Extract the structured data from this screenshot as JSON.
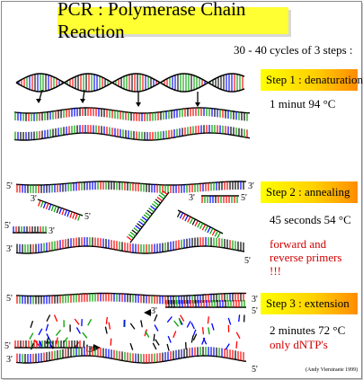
{
  "title": "PCR : Polymerase Chain Reaction",
  "cycles_note": "30 - 40 cycles of 3 steps :",
  "steps": [
    {
      "label": "Step 1 : denaturation",
      "condition": "1 minut 94 °C",
      "note": ""
    },
    {
      "label": "Step 2 : annealing",
      "condition": "45 seconds 54 °C",
      "note": "forward and reverse primers !!!"
    },
    {
      "label": "Step 3 : extension",
      "condition": "2 minutes 72 °C",
      "note": "only dNTP's"
    }
  ],
  "strand_end_labels": {
    "five_prime": "5'",
    "three_prime": "3'"
  },
  "credit": "(Andy Vierstraete 1999)",
  "colors": {
    "title_bg": "#ffff33",
    "step_gradient": [
      "#ffff00",
      "#ff8c00"
    ],
    "note_red": "#d10000",
    "bases": [
      "#ff0000",
      "#00a000",
      "#0000ff",
      "#000000"
    ]
  }
}
